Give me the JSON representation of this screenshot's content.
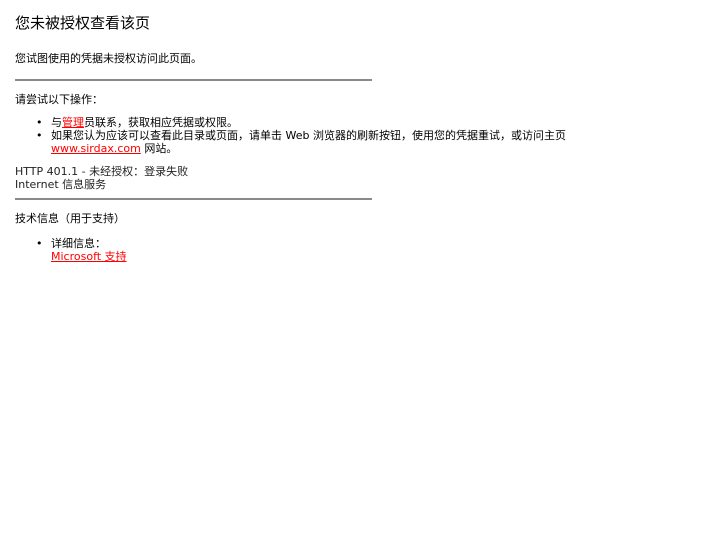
{
  "page": {
    "title": "您未被授权查看该页",
    "subtitle": "您试图使用的凭据未授权访问此页面。"
  },
  "section1": {
    "heading": "请尝试以下操作：",
    "items": [
      {
        "prefix": "与",
        "link": "管理",
        "suffix": "员联系，获取相应凭据或权限。"
      },
      {
        "text": "如果您认为应该可以查看此目录或页面，请单击 Web 浏览器的刷新按钮，使用您的凭据重试，或访问主页",
        "link": "www.sirdax.com",
        "suffix": " 网站。"
      }
    ]
  },
  "status": {
    "line1": "HTTP 401.1 - 未经授权：登录失败",
    "line2": "Internet 信息服务"
  },
  "section2": {
    "heading": "技术信息（用于支持）",
    "items": [
      {
        "text": "详细信息：",
        "link": "Microsoft 支持"
      }
    ]
  },
  "colors": {
    "link": "#ff0000",
    "rule": "#8a8a8a"
  }
}
